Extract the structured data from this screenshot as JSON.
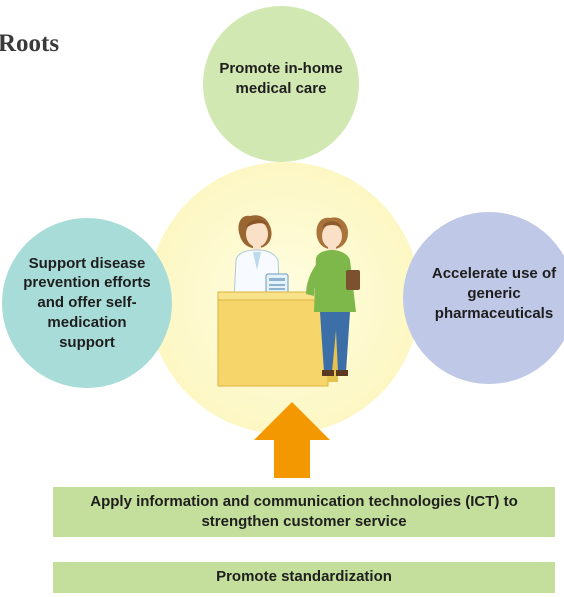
{
  "title": "Roots",
  "bubbles": {
    "top": {
      "text": "Promote in-home medical care",
      "color": "#d2e8b2"
    },
    "left": {
      "text": "Support disease prevention efforts and offer self-medication support",
      "color": "#a8dcd8"
    },
    "right": {
      "text": "Accelerate use of generic pharmaceuticals",
      "color": "#bfc8e6"
    }
  },
  "center": {
    "illustration": "pharmacist-with-customer-at-counter-illustration",
    "glow_color": "#fdf8c8"
  },
  "arrow": {
    "icon": "up-arrow-icon",
    "color": "#f39800"
  },
  "banners": {
    "ict": "Apply information and communication technologies (ICT) to strengthen customer service",
    "standardization": "Promote standardization",
    "color": "#c4df9c"
  }
}
